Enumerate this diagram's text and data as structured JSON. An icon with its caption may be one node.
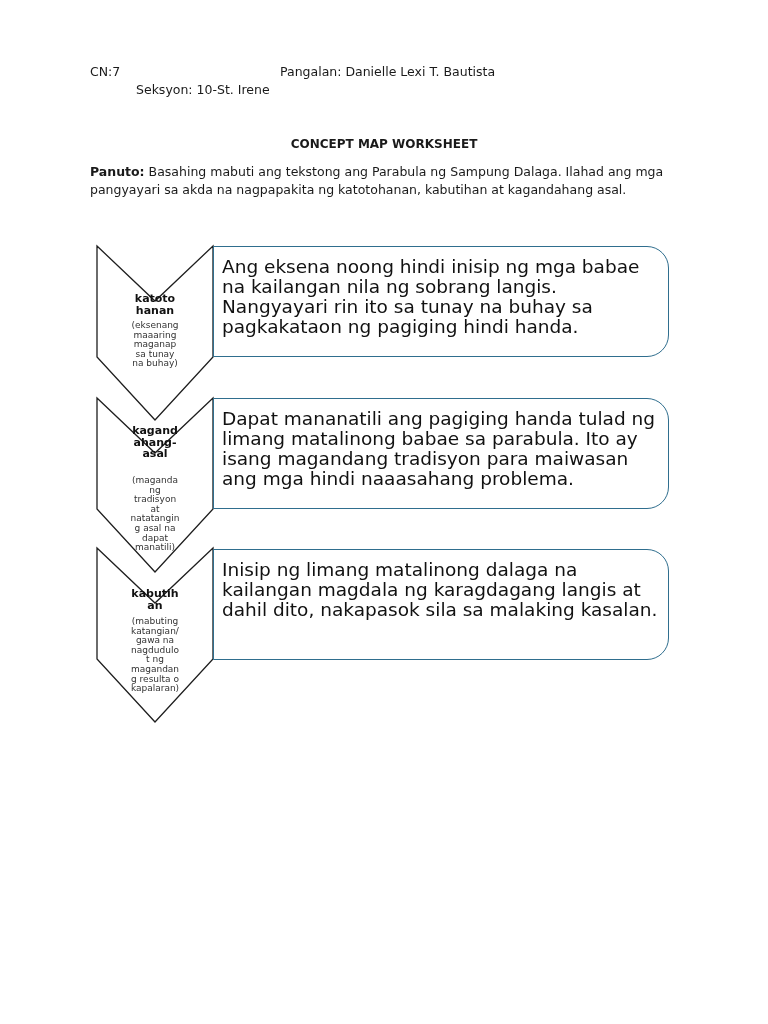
{
  "diagram": {
    "title": "CONCEPT MAP WORKSHEET",
    "nodes": [
      {
        "text": [
          "katotohanan",
          "(eksenang maaaring maganap sa tunay na buhay)"
        ]
      },
      {
        "text": [
          "Ang eksena noong hindi inisip ng mga babae na kailangan nila ng sobrang langis. Nangyayari rin ito sa tunay na buhay sa pagkakataon ng pagiging hindi handa."
        ]
      },
      {
        "text": [
          "kagandahang-asal",
          "(magandang tradisyon at natatanging asal na dapat manatili)"
        ]
      },
      {
        "text": [
          "Dapat mananatili ang pagiging handa tulad ng limang matalinong babae sa parabula. Ito ay isang magandang tradisyon para maiwasan ang mga hindi naaasahang problema."
        ]
      },
      {
        "text": [
          "kabutihan",
          "(mabuting katangian/gawa na nagdudulot ng magandang resulta o kapalaran)"
        ]
      },
      {
        "text": [
          "Inisip ng limang matalinong dalaga na kailangan magdala ng karagdagang langis at dahil dito, nakapasok sila sa malaking kasalan."
        ]
      }
    ],
    "labels": [
      "CN:7",
      "Pangalan: Danielle Lexi T. Bautista",
      "Seksyon: 10-St. Irene",
      "**Panuto:**  Basahing mabuti ang tekstong ang Parabula ng Sampung Dalaga. Ilahad ang mga pangyayari sa akda na nagpapakita ng katotohanan, kabutihan at kagandahang asal."
    ]
  }
}
